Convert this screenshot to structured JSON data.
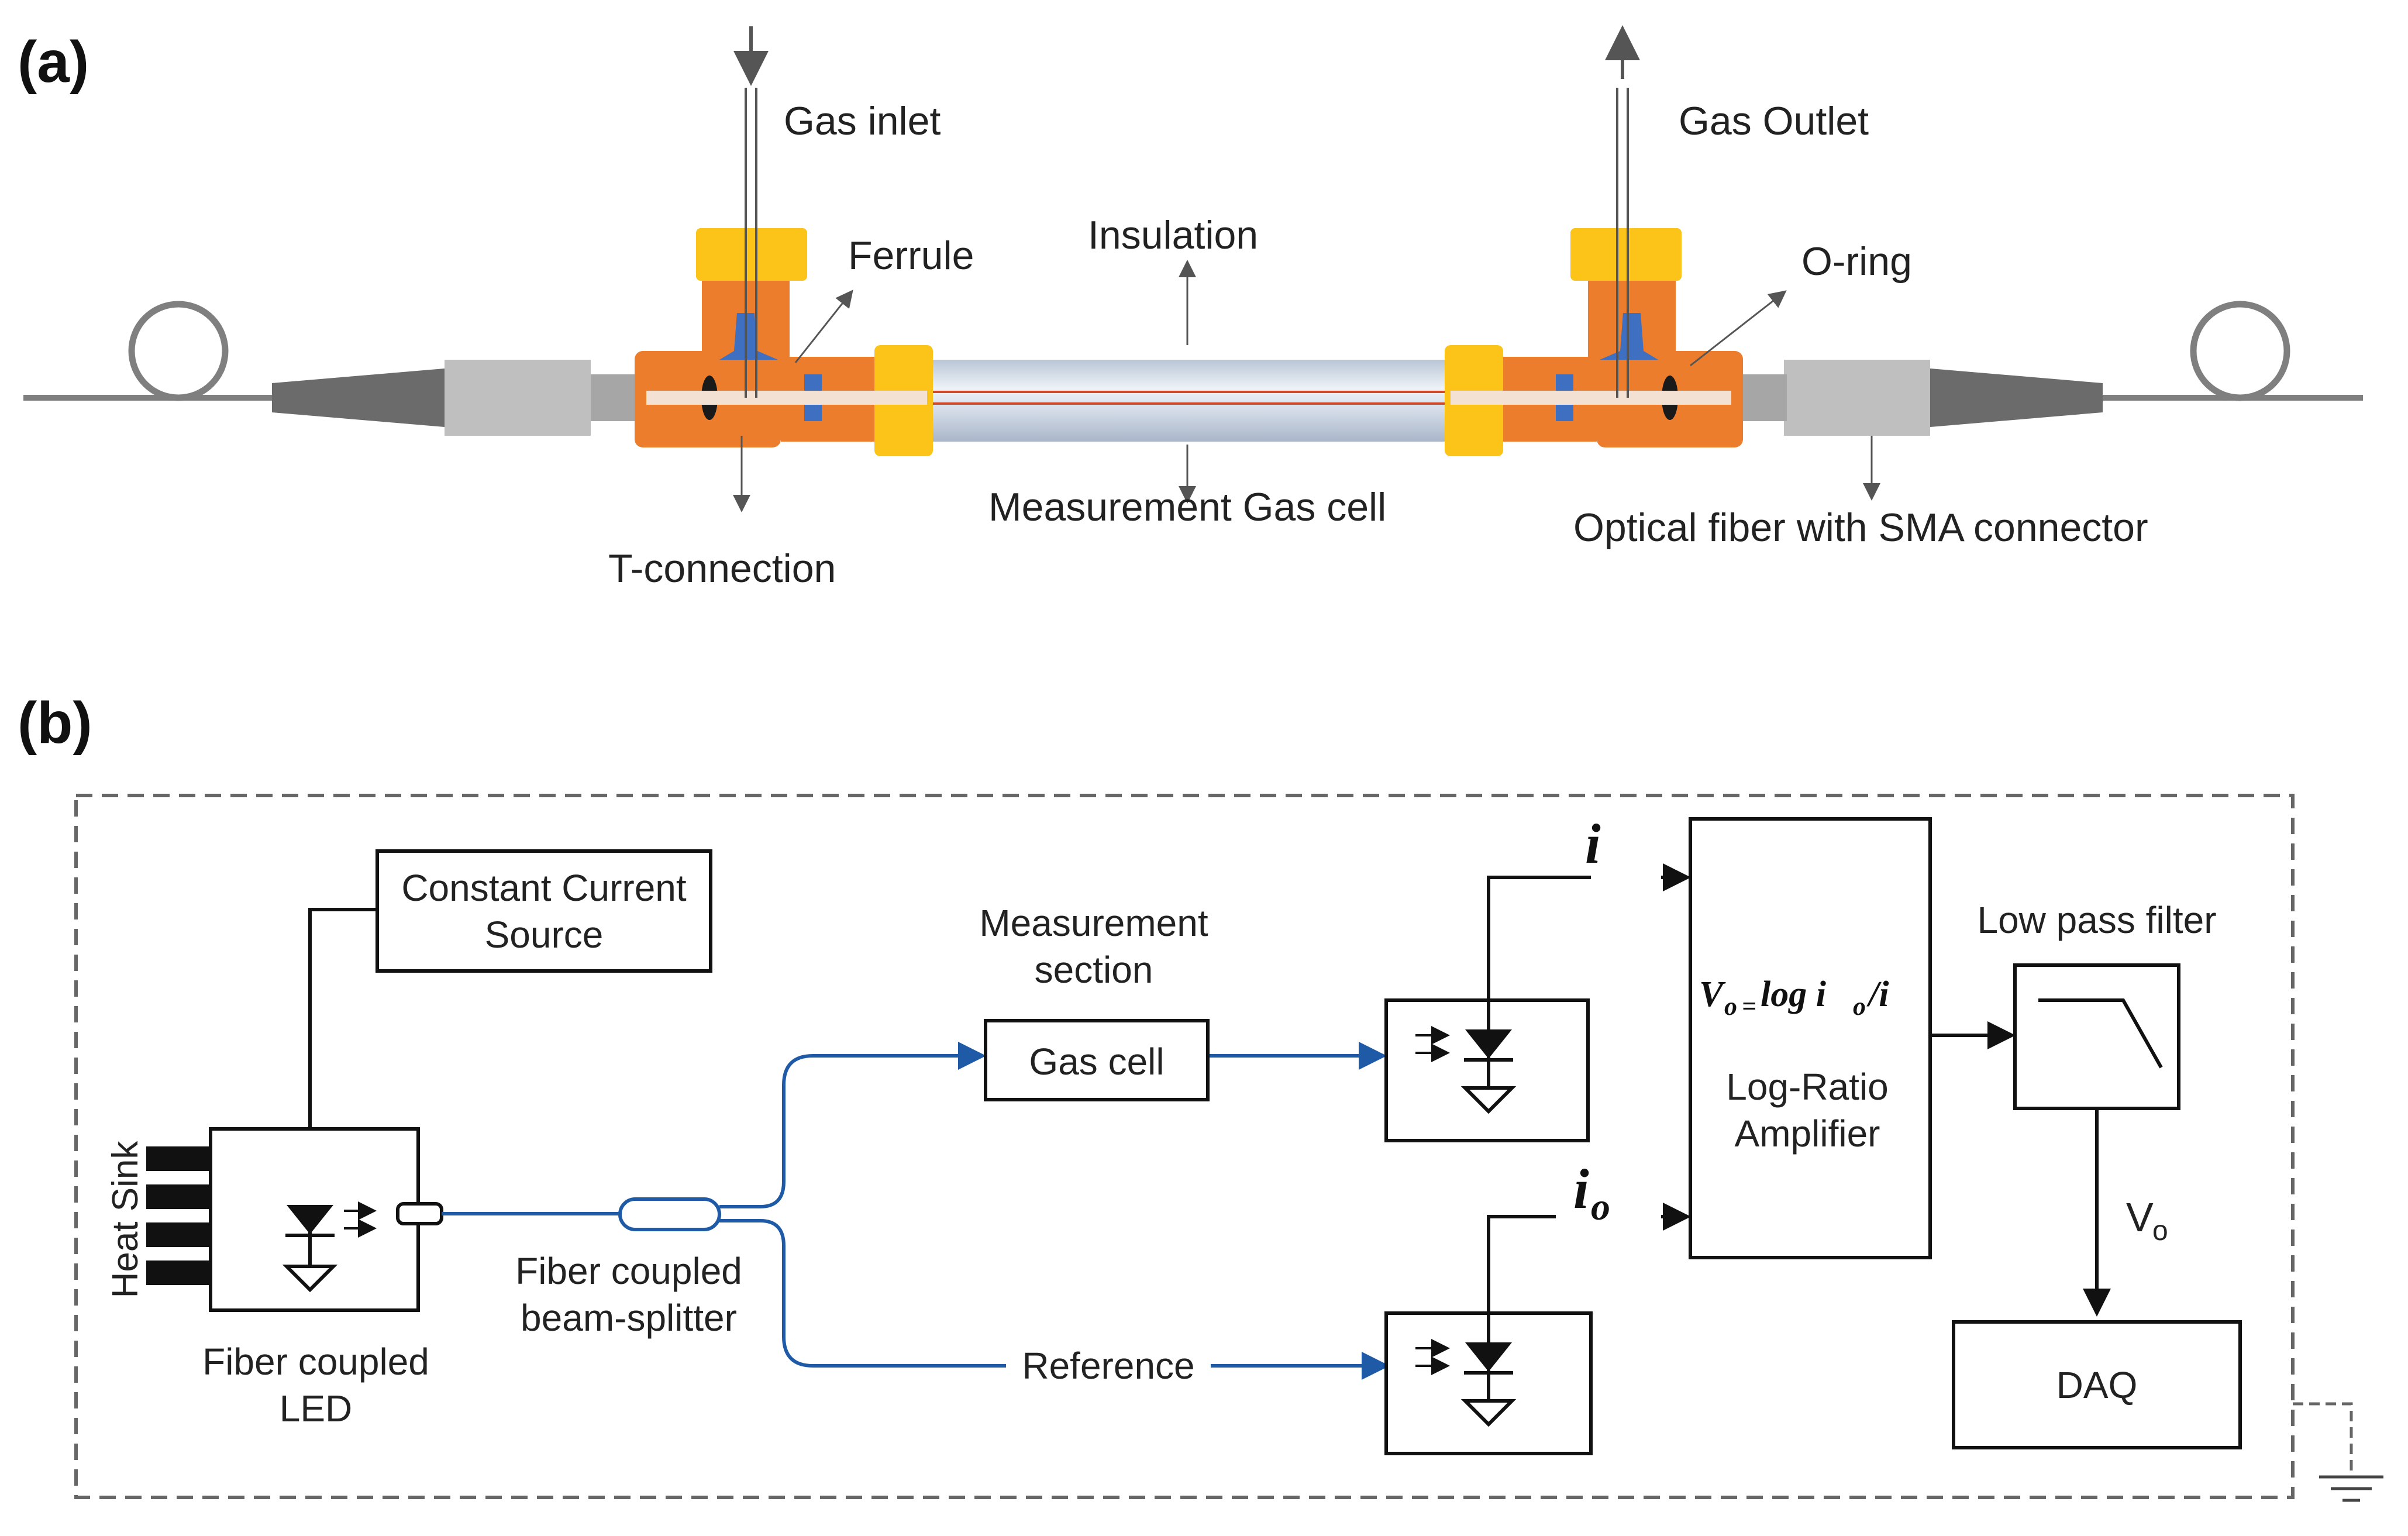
{
  "panel_a": {
    "label": "(a)",
    "gas_inlet": "Gas inlet",
    "gas_outlet": "Gas Outlet",
    "ferrule": "Ferrule",
    "insulation": "Insulation",
    "o_ring": "O-ring",
    "t_connection": "T-connection",
    "measurement_gas_cell": "Measurement Gas cell",
    "optical_fiber": "Optical fiber with SMA connector"
  },
  "panel_b": {
    "label": "(b)",
    "constant_current_line1": "Constant Current",
    "constant_current_line2": "Source",
    "heat_sink": "Heat Sink",
    "led_line1": "Fiber coupled",
    "led_line2": "LED",
    "splitter_line1": "Fiber coupled",
    "splitter_line2": "beam-splitter",
    "measurement_line1": "Measurement",
    "measurement_line2": "section",
    "gas_cell": "Gas cell",
    "reference": "Reference",
    "i_symbol": "i",
    "io_symbol": "i",
    "io_sub": "o",
    "formula_v": "V",
    "formula_v_sub": "o",
    "formula_eq": "=",
    "formula_rest": "log i",
    "formula_i_sub": "o",
    "formula_end": "/i",
    "amp_line1": "Log-Ratio",
    "amp_line2": "Amplifier",
    "low_pass": "Low pass filter",
    "vo": "V",
    "vo_sub": "o",
    "daq": "DAQ"
  },
  "colors": {
    "orange": "#ec7d2c",
    "yellow": "#fcc419",
    "blue_seal": "#3f6fc0",
    "fiber_blue": "#1f5aa6",
    "grey_connector": "#bfbfbf",
    "dark_grey": "#6b6b6b"
  }
}
